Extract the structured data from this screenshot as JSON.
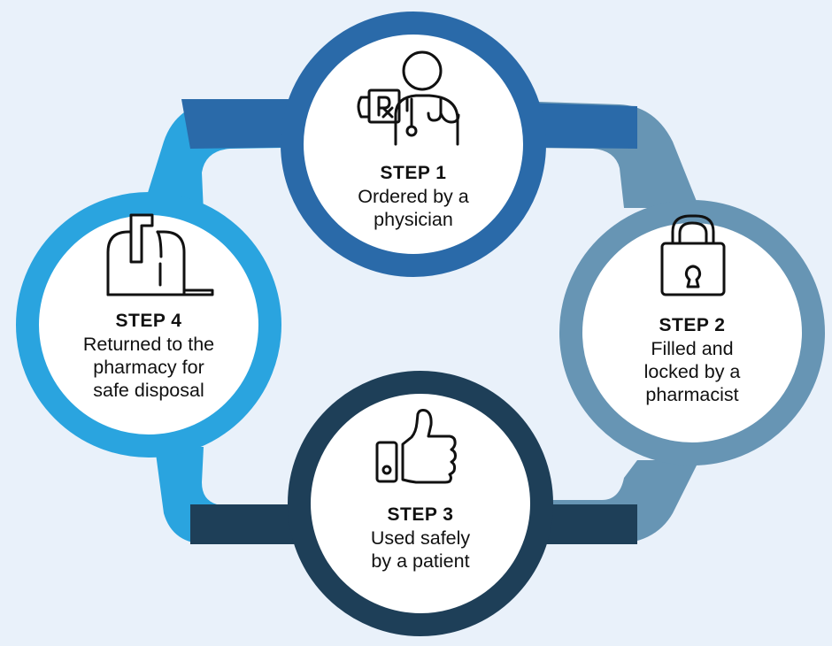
{
  "colors": {
    "background": "#e9f1fa",
    "step1": "#2a6aa9",
    "step2": "#6795b4",
    "step3": "#1e3f58",
    "step4": "#2aa4df",
    "circle_fill": "#ffffff",
    "icon_stroke": "#111111"
  },
  "steps": [
    {
      "title": "STEP 1",
      "lines": [
        "Ordered by a",
        "physician"
      ],
      "icon": "physician-icon"
    },
    {
      "title": "STEP 2",
      "lines": [
        "Filled and",
        "locked by a",
        "pharmacist"
      ],
      "icon": "padlock-icon"
    },
    {
      "title": "STEP 3",
      "lines": [
        "Used safely",
        "by a patient"
      ],
      "icon": "thumbs-up-icon"
    },
    {
      "title": "STEP 4",
      "lines": [
        "Returned to the",
        "pharmacy for",
        "safe disposal"
      ],
      "icon": "mailbox-icon"
    }
  ]
}
